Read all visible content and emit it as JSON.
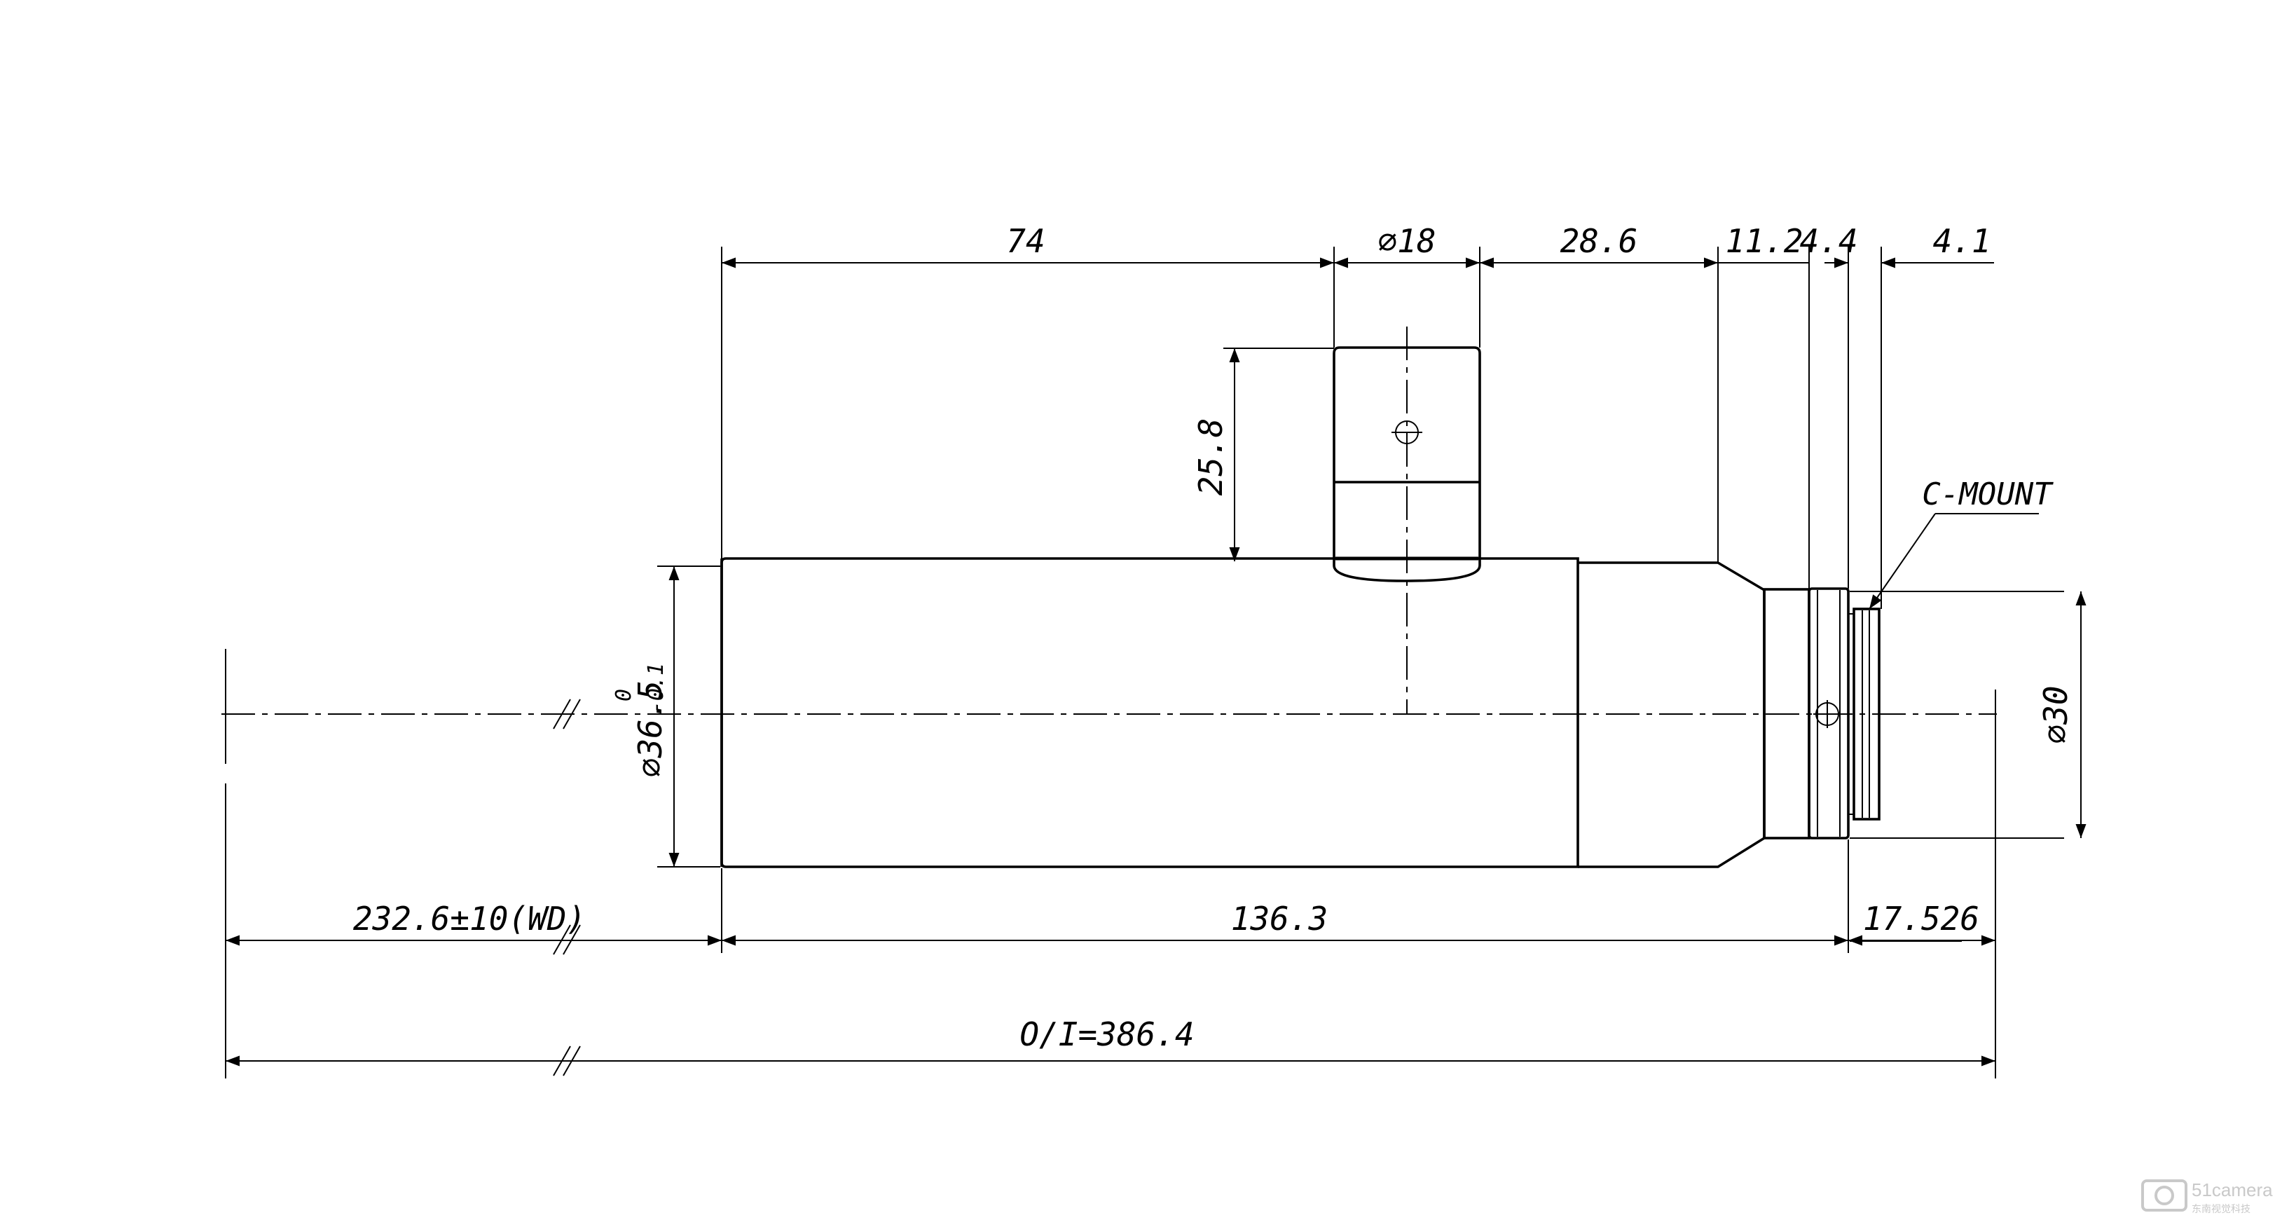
{
  "dimensions": {
    "d74": "74",
    "dia18": "⌀18",
    "d28_6": "28.6",
    "d11_2": "11.2",
    "d4_4": "4.4",
    "d4_1": "4.1",
    "d25_8": "25.8",
    "dia36_5": "⌀36.5",
    "tol_upper": "0",
    "tol_lower": "-0.1",
    "dia30": "⌀30",
    "wd": "232.6±10(WD)",
    "d136_3": "136.3",
    "d17_526": "17.526",
    "oi": "O/I=386.4"
  },
  "labels": {
    "cmount": "C-MOUNT"
  },
  "watermark": {
    "brand": "51camera",
    "sub": "东南视觉科技"
  }
}
